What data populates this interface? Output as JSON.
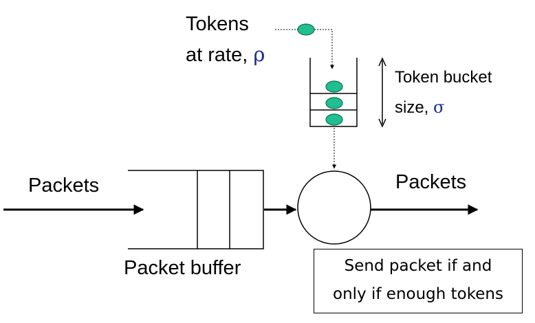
{
  "labels": {
    "tokens_line1": "Tokens",
    "tokens_line2_prefix": "at rate, ",
    "rate_symbol": "ρ",
    "bucket_line1": "Token bucket",
    "bucket_line2_prefix": "size, ",
    "bucket_symbol": "σ",
    "packets_in": "Packets",
    "packets_out": "Packets",
    "packet_buffer": "Packet buffer",
    "policy_line1": "Send packet if and",
    "policy_line2": "only if enough tokens"
  },
  "colors": {
    "token_fill": "#1fbf8f",
    "token_stroke": "#0e6e52",
    "greek_text": "#1f2d8f",
    "line": "#000000"
  }
}
